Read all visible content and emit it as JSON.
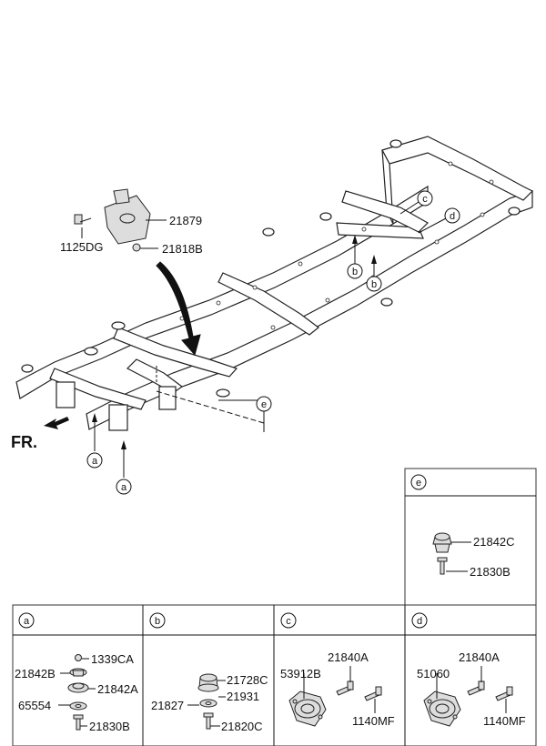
{
  "frame": {
    "direction_label": "FR.",
    "top_parts": [
      "21879",
      "1125DG",
      "21818B"
    ],
    "callouts": [
      "a",
      "a",
      "b",
      "b",
      "c",
      "d",
      "e"
    ]
  },
  "panels": {
    "e": {
      "letter": "e",
      "parts": [
        "21842C",
        "21830B"
      ]
    },
    "a": {
      "letter": "a",
      "parts": [
        "1339CA",
        "21842B",
        "21842A",
        "65554",
        "21830B"
      ]
    },
    "b": {
      "letter": "b",
      "parts": [
        "21728C",
        "21827",
        "21931",
        "21820C"
      ]
    },
    "c": {
      "letter": "c",
      "parts": [
        "21840A",
        "53912B",
        "1140MF"
      ]
    },
    "d": {
      "letter": "d",
      "parts": [
        "21840A",
        "51060",
        "1140MF"
      ]
    }
  }
}
